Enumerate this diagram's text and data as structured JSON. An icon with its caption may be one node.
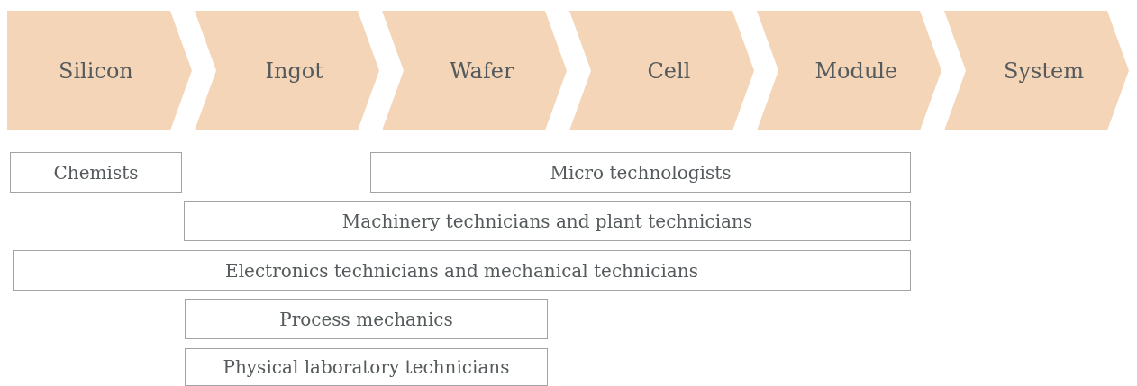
{
  "diagram": {
    "nodes": [
      {
        "text": [
          "Silicon"
        ]
      },
      {
        "text": [
          "Ingot"
        ]
      },
      {
        "text": [
          "Wafer"
        ]
      },
      {
        "text": [
          "Cell"
        ]
      },
      {
        "text": [
          "Module"
        ]
      },
      {
        "text": [
          "System"
        ]
      },
      {
        "text": [
          "Chemists"
        ]
      },
      {
        "text": [
          "Micro technologists"
        ]
      },
      {
        "text": [
          "Machinery technicians and plant technicians"
        ]
      },
      {
        "text": [
          "Electronics technicians and mechanical technicians"
        ]
      },
      {
        "text": [
          "Process mechanics"
        ]
      },
      {
        "text": [
          "Physical laboratory technicians"
        ]
      }
    ]
  }
}
